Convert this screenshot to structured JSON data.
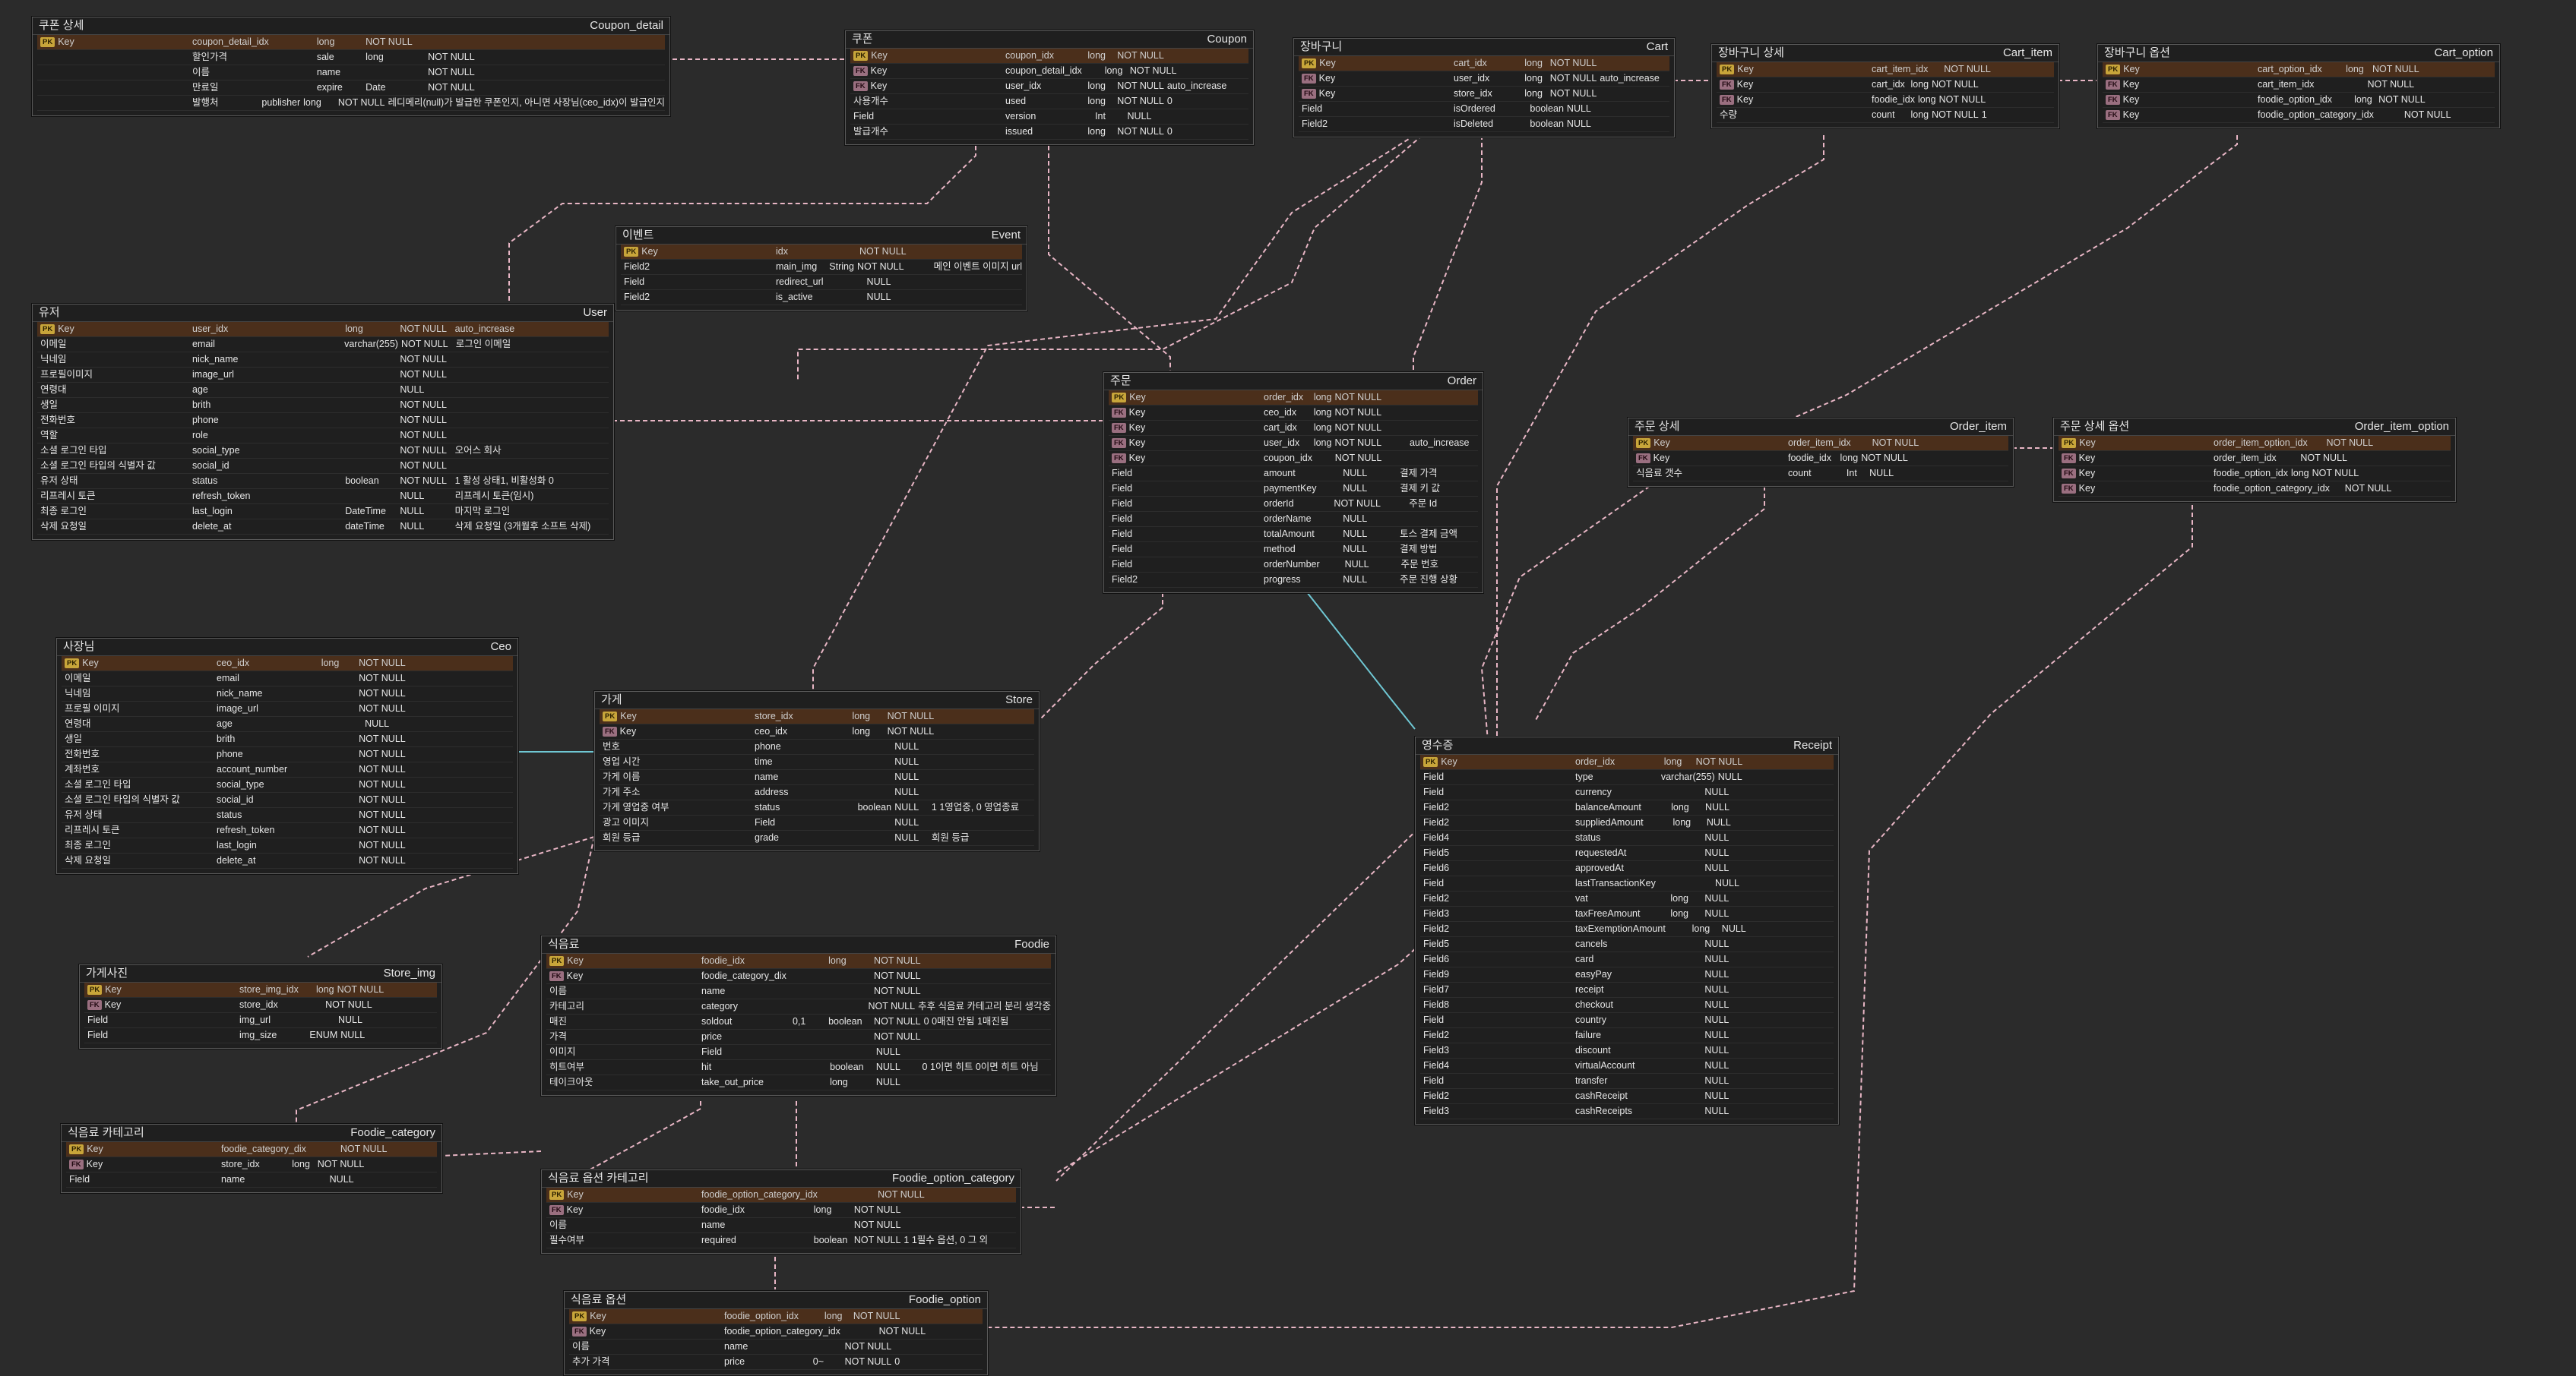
{
  "tables": [
    {
      "id": "coupon_detail",
      "logical": "쿠폰 상세",
      "physical": "Coupon_detail",
      "cols": [
        "Key",
        "coupon_detail_idx",
        "long",
        "NOT NULL",
        "",
        ""
      ],
      "rows": [
        [
          "",
          "할인가격",
          "sale",
          "long",
          "NOT NULL",
          ""
        ],
        [
          "",
          "이름",
          "name",
          "",
          "NOT NULL",
          ""
        ],
        [
          "",
          "만료일",
          "expire",
          "Date",
          "NOT NULL",
          ""
        ],
        [
          "",
          "발행처",
          "publisher",
          "long",
          "NOT NULL",
          "레디메리(null)가 발급한 쿠폰인지, 아니면 사장님(ceo_idx)이 발급인지"
        ]
      ]
    },
    {
      "id": "coupon",
      "logical": "쿠폰",
      "physical": "Coupon",
      "cols": [
        "Key",
        "coupon_idx",
        "",
        "long",
        "NOT NULL",
        ""
      ],
      "rows": [
        [
          "Key",
          "coupon_detail_idx",
          "",
          "long",
          "NOT NULL",
          ""
        ],
        [
          "Key",
          "user_idx",
          "",
          "long",
          "NOT NULL",
          "auto_increase"
        ],
        [
          "사용개수",
          "used",
          "",
          "long",
          "NOT NULL",
          "0"
        ],
        [
          "Field",
          "version",
          "",
          "Int",
          "NULL",
          ""
        ],
        [
          "발급개수",
          "issued",
          "",
          "long",
          "NOT NULL",
          "0"
        ]
      ]
    },
    {
      "id": "cart",
      "logical": "장바구니",
      "physical": "Cart",
      "cols": [
        "Key",
        "cart_idx",
        "",
        "long",
        "NOT NULL",
        ""
      ],
      "rows": [
        [
          "Key",
          "user_idx",
          "",
          "long",
          "NOT NULL",
          "auto_increase"
        ],
        [
          "Key",
          "store_idx",
          "",
          "long",
          "NOT NULL",
          ""
        ],
        [
          "Field",
          "isOrdered",
          "",
          "boolean",
          "NULL",
          ""
        ],
        [
          "Field2",
          "isDeleted",
          "",
          "boolean",
          "NULL",
          ""
        ]
      ]
    },
    {
      "id": "cart_item",
      "logical": "장바구니 상세",
      "physical": "Cart_item",
      "cols": [
        "Key",
        "cart_item_idx",
        "",
        "NOT NULL",
        "",
        ""
      ],
      "rows": [
        [
          "Key",
          "cart_idx",
          "long",
          "NOT NULL",
          "",
          ""
        ],
        [
          "Key",
          "foodie_idx",
          "long",
          "NOT NULL",
          "",
          ""
        ],
        [
          "수량",
          "count",
          "long",
          "NOT NULL",
          "1",
          ""
        ]
      ]
    },
    {
      "id": "cart_option",
      "logical": "장바구니 옵션",
      "physical": "Cart_option",
      "cols": [
        "Key",
        "cart_option_idx",
        "",
        "long",
        "NOT NULL",
        ""
      ],
      "rows": [
        [
          "Key",
          "cart_item_idx",
          "",
          "",
          "NOT NULL",
          ""
        ],
        [
          "Key",
          "foodie_option_idx",
          "",
          "long",
          "NOT NULL",
          ""
        ],
        [
          "Key",
          "foodie_option_category_idx",
          "",
          "",
          "NOT NULL",
          ""
        ]
      ]
    },
    {
      "id": "event",
      "logical": "이벤트",
      "physical": "Event",
      "cols": [
        "Key",
        "idx",
        "",
        "NOT NULL",
        "",
        ""
      ],
      "rows": [
        [
          "Field2",
          "main_img",
          "String",
          "NOT NULL",
          "",
          "메인 이벤트 이미지 url"
        ],
        [
          "Field",
          "redirect_url",
          "",
          "NULL",
          "",
          ""
        ],
        [
          "Field2",
          "is_active",
          "",
          "NULL",
          "",
          ""
        ]
      ]
    },
    {
      "id": "user",
      "logical": "유저",
      "physical": "User",
      "cols": [
        "Key",
        "user_idx",
        "",
        "long",
        "NOT NULL",
        "auto_increase"
      ],
      "rows": [
        [
          "이메일",
          "email",
          "",
          "varchar(255)",
          "NOT NULL",
          "로그인 이메일"
        ],
        [
          "닉네임",
          "nick_name",
          "",
          "",
          "NOT NULL",
          ""
        ],
        [
          "프로필이미지",
          "image_url",
          "",
          "",
          "NOT NULL",
          ""
        ],
        [
          "연령대",
          "age",
          "",
          "",
          "NULL",
          ""
        ],
        [
          "생일",
          "brith",
          "",
          "",
          "NOT NULL",
          ""
        ],
        [
          "전화번호",
          "phone",
          "",
          "",
          "NOT NULL",
          ""
        ],
        [
          "역할",
          "role",
          "",
          "",
          "NOT NULL",
          ""
        ],
        [
          "소셜 로그인 타입",
          "social_type",
          "",
          "",
          "NOT NULL",
          "오어스 회사"
        ],
        [
          "소셜 로그인 타입의 식별자 값",
          "social_id",
          "",
          "",
          "NOT NULL",
          ""
        ],
        [
          "유저 상태",
          "status",
          "",
          "boolean",
          "NOT NULL",
          "1    활성 상태1, 비활성화 0"
        ],
        [
          "리프레시 토큰",
          "refresh_token",
          "",
          "",
          "NULL",
          "리프레시 토큰(임시)"
        ],
        [
          "최종 로그인",
          "last_login",
          "",
          "DateTime",
          "NULL",
          "마지막 로그인"
        ],
        [
          "삭제 요청일",
          "delete_at",
          "",
          "dateTime",
          "NULL",
          "삭제 요청일 (3개월후 소프트 삭제)"
        ]
      ]
    },
    {
      "id": "order",
      "logical": "주문",
      "physical": "Order",
      "cols": [
        "Key",
        "order_idx",
        "long",
        "NOT NULL",
        "",
        ""
      ],
      "rows": [
        [
          "Key",
          "ceo_idx",
          "long",
          "NOT NULL",
          "",
          ""
        ],
        [
          "Key",
          "cart_idx",
          "long",
          "NOT NULL",
          "",
          ""
        ],
        [
          "Key",
          "user_idx",
          "long",
          "NOT NULL",
          "",
          "auto_increase"
        ],
        [
          "Key",
          "coupon_idx",
          "",
          "NOT NULL",
          "",
          ""
        ],
        [
          "Field",
          "amount",
          "",
          "NULL",
          "",
          "결제 가격"
        ],
        [
          "Field",
          "paymentKey",
          "",
          "NULL",
          "",
          "결제 키 값"
        ],
        [
          "Field",
          "orderId",
          "",
          "NOT NULL",
          "",
          "주문 Id"
        ],
        [
          "Field",
          "orderName",
          "",
          "NULL",
          "",
          ""
        ],
        [
          "Field",
          "totalAmount",
          "",
          "NULL",
          "",
          "토스 결제 금액"
        ],
        [
          "Field",
          "method",
          "",
          "NULL",
          "",
          "결제 방법"
        ],
        [
          "Field",
          "orderNumber",
          "",
          "NULL",
          "",
          "주문 번호"
        ],
        [
          "Field2",
          "progress",
          "",
          "NULL",
          "",
          "주문 진행 상황"
        ]
      ]
    },
    {
      "id": "order_item",
      "logical": "주문 상세",
      "physical": "Order_item",
      "cols": [
        "Key",
        "order_item_idx",
        "",
        "NOT NULL",
        "",
        ""
      ],
      "rows": [
        [
          "Key",
          "foodie_idx",
          "long",
          "NOT NULL",
          "",
          ""
        ],
        [
          "식음료 갯수",
          "count",
          "Int",
          "NULL",
          "",
          ""
        ]
      ]
    },
    {
      "id": "order_item_option",
      "logical": "주문 상세 옵션",
      "physical": "Order_item_option",
      "cols": [
        "Key",
        "order_item_option_idx",
        "",
        "NOT NULL",
        "",
        ""
      ],
      "rows": [
        [
          "Key",
          "order_item_idx",
          "",
          "NOT NULL",
          "",
          ""
        ],
        [
          "Key",
          "foodie_option_idx",
          "long",
          "NOT NULL",
          "",
          ""
        ],
        [
          "Key",
          "foodie_option_category_idx",
          "",
          "NOT NULL",
          "",
          ""
        ]
      ]
    },
    {
      "id": "ceo",
      "logical": "사장님",
      "physical": "Ceo",
      "cols": [
        "Key",
        "ceo_idx",
        "",
        "long",
        "NOT NULL",
        ""
      ],
      "rows": [
        [
          "이메일",
          "email",
          "",
          "",
          "NOT NULL",
          ""
        ],
        [
          "닉네임",
          "nick_name",
          "",
          "",
          "NOT NULL",
          ""
        ],
        [
          "프로필 이미지",
          "image_url",
          "",
          "",
          "NOT NULL",
          ""
        ],
        [
          "연령대",
          "age",
          "",
          "",
          "NULL",
          ""
        ],
        [
          "생일",
          "brith",
          "",
          "",
          "NOT NULL",
          ""
        ],
        [
          "전화번호",
          "phone",
          "",
          "",
          "NOT NULL",
          ""
        ],
        [
          "계좌번호",
          "account_number",
          "",
          "",
          "NOT NULL",
          ""
        ],
        [
          "소셜 로그인 타입",
          "social_type",
          "",
          "",
          "NOT NULL",
          ""
        ],
        [
          "소셜 로그인 타입의 식별자 값",
          "social_id",
          "",
          "",
          "NOT NULL",
          ""
        ],
        [
          "유저 상태",
          "status",
          "",
          "",
          "NOT NULL",
          ""
        ],
        [
          "리프레시 토큰",
          "refresh_token",
          "",
          "",
          "NOT NULL",
          ""
        ],
        [
          "최종 로그인",
          "last_login",
          "",
          "",
          "NOT NULL",
          ""
        ],
        [
          "삭제 요청일",
          "delete_at",
          "",
          "",
          "NOT NULL",
          ""
        ]
      ]
    },
    {
      "id": "store",
      "logical": "가게",
      "physical": "Store",
      "cols": [
        "Key",
        "store_idx",
        "",
        "long",
        "NOT NULL",
        ""
      ],
      "rows": [
        [
          "Key",
          "ceo_idx",
          "",
          "long",
          "NOT NULL",
          ""
        ],
        [
          "번호",
          "phone",
          "",
          "",
          "NULL",
          ""
        ],
        [
          "영업 시간",
          "time",
          "",
          "",
          "NULL",
          ""
        ],
        [
          "가게 이름",
          "name",
          "",
          "",
          "NULL",
          ""
        ],
        [
          "가게 주소",
          "address",
          "",
          "",
          "NULL",
          ""
        ],
        [
          "가게 영업중 여부",
          "status",
          "",
          "boolean",
          "NULL",
          "1    1영업중, 0 영업종료"
        ],
        [
          "광고 이미지",
          "Field",
          "",
          "",
          "NULL",
          ""
        ],
        [
          "회원 등급",
          "grade",
          "",
          "",
          "NULL",
          "회원 등급"
        ]
      ]
    },
    {
      "id": "receipt",
      "logical": "영수증",
      "physical": "Receipt",
      "cols": [
        "Key",
        "order_idx",
        "",
        "long",
        "NOT NULL",
        ""
      ],
      "rows": [
        [
          "Field",
          "type",
          "",
          "varchar(255)",
          "NULL",
          ""
        ],
        [
          "Field",
          "currency",
          "",
          "",
          "NULL",
          ""
        ],
        [
          "Field2",
          "balanceAmount",
          "",
          "long",
          "NULL",
          ""
        ],
        [
          "Field2",
          "suppliedAmount",
          "",
          "long",
          "NULL",
          ""
        ],
        [
          "Field4",
          "status",
          "",
          "",
          "NULL",
          ""
        ],
        [
          "Field5",
          "requestedAt",
          "",
          "",
          "NULL",
          ""
        ],
        [
          "Field6",
          "approvedAt",
          "",
          "",
          "NULL",
          ""
        ],
        [
          "Field",
          "lastTransactionKey",
          "",
          "",
          "NULL",
          ""
        ],
        [
          "Field2",
          "vat",
          "",
          "long",
          "NULL",
          ""
        ],
        [
          "Field3",
          "taxFreeAmount",
          "",
          "long",
          "NULL",
          ""
        ],
        [
          "Field2",
          "taxExemptionAmount",
          "",
          "long",
          "NULL",
          ""
        ],
        [
          "Field5",
          "cancels",
          "",
          "",
          "NULL",
          ""
        ],
        [
          "Field6",
          "card",
          "",
          "",
          "NULL",
          ""
        ],
        [
          "Field9",
          "easyPay",
          "",
          "",
          "NULL",
          ""
        ],
        [
          "Field7",
          "receipt",
          "",
          "",
          "NULL",
          ""
        ],
        [
          "Field8",
          "checkout",
          "",
          "",
          "NULL",
          ""
        ],
        [
          "Field",
          "country",
          "",
          "",
          "NULL",
          ""
        ],
        [
          "Field2",
          "failure",
          "",
          "",
          "NULL",
          ""
        ],
        [
          "Field3",
          "discount",
          "",
          "",
          "NULL",
          ""
        ],
        [
          "Field4",
          "virtualAccount",
          "",
          "",
          "NULL",
          ""
        ],
        [
          "Field",
          "transfer",
          "",
          "",
          "NULL",
          ""
        ],
        [
          "Field2",
          "cashReceipt",
          "",
          "",
          "NULL",
          ""
        ],
        [
          "Field3",
          "cashReceipts",
          "",
          "",
          "NULL",
          ""
        ]
      ]
    },
    {
      "id": "store_img",
      "logical": "가게사진",
      "physical": "Store_img",
      "cols": [
        "Key",
        "store_img_idx",
        "",
        "long",
        "NOT NULL",
        ""
      ],
      "rows": [
        [
          "Key",
          "store_idx",
          "",
          "",
          "NOT NULL",
          ""
        ],
        [
          "Field",
          "img_url",
          "",
          "",
          "NULL",
          ""
        ],
        [
          "Field",
          "img_size",
          "",
          "ENUM",
          "NULL",
          ""
        ]
      ]
    },
    {
      "id": "foodie",
      "logical": "식음료",
      "physical": "Foodie",
      "cols": [
        "Key",
        "foodie_idx",
        "",
        "long",
        "NOT NULL",
        ""
      ],
      "rows": [
        [
          "Key",
          "foodie_category_dix",
          "",
          "",
          "NOT NULL",
          ""
        ],
        [
          "이름",
          "name",
          "",
          "",
          "NOT NULL",
          ""
        ],
        [
          "카테고리",
          "category",
          "",
          "",
          "NOT NULL",
          "추후 식음료 카테고리 분리 생각중"
        ],
        [
          "매진",
          "soldout",
          "0,1",
          "boolean",
          "NOT NULL",
          "0    0매진 안됨 1매진됨"
        ],
        [
          "가격",
          "price",
          "",
          "",
          "NOT NULL",
          ""
        ],
        [
          "이미지",
          "Field",
          "",
          "",
          "NULL",
          ""
        ],
        [
          "히트여부",
          "hit",
          "",
          "boolean",
          "NULL",
          "0    1이면 히트 0이면 히트 아님"
        ],
        [
          "테이크아웃",
          "take_out_price",
          "",
          "long",
          "NULL",
          ""
        ]
      ]
    },
    {
      "id": "foodie_category",
      "logical": "식음료 카테고리",
      "physical": "Foodie_category",
      "cols": [
        "Key",
        "foodie_category_dix",
        "",
        "",
        "NOT NULL",
        ""
      ],
      "rows": [
        [
          "Key",
          "store_idx",
          "",
          "long",
          "NOT NULL",
          ""
        ],
        [
          "Field",
          "name",
          "",
          "",
          "NULL",
          ""
        ]
      ]
    },
    {
      "id": "foodie_option_category",
      "logical": "식음료 옵션 카테고리",
      "physical": "Foodie_option_category",
      "cols": [
        "Key",
        "foodie_option_category_idx",
        "",
        "",
        "NOT NULL",
        ""
      ],
      "rows": [
        [
          "Key",
          "foodie_idx",
          "",
          "long",
          "NOT NULL",
          ""
        ],
        [
          "이름",
          "name",
          "",
          "",
          "NOT NULL",
          ""
        ],
        [
          "필수여부",
          "required",
          "",
          "boolean",
          "NOT NULL",
          "1    1필수 옵션, 0 그 외"
        ]
      ]
    },
    {
      "id": "foodie_option",
      "logical": "식음료 옵션",
      "physical": "Foodie_option",
      "cols": [
        "Key",
        "foodie_option_idx",
        "",
        "long",
        "NOT NULL",
        ""
      ],
      "rows": [
        [
          "Key",
          "foodie_option_category_idx",
          "",
          "",
          "NOT NULL",
          ""
        ],
        [
          "이름",
          "name",
          "",
          "",
          "NOT NULL",
          ""
        ],
        [
          "추가 가격",
          "price",
          "",
          "0~",
          "NOT NULL",
          "0"
        ]
      ]
    }
  ],
  "colors": {
    "background": "#2b2b2b",
    "header_row": "#4b2f1b",
    "relation_pink": "#e8b6c5",
    "relation_cyan": "#6fc7d3"
  }
}
